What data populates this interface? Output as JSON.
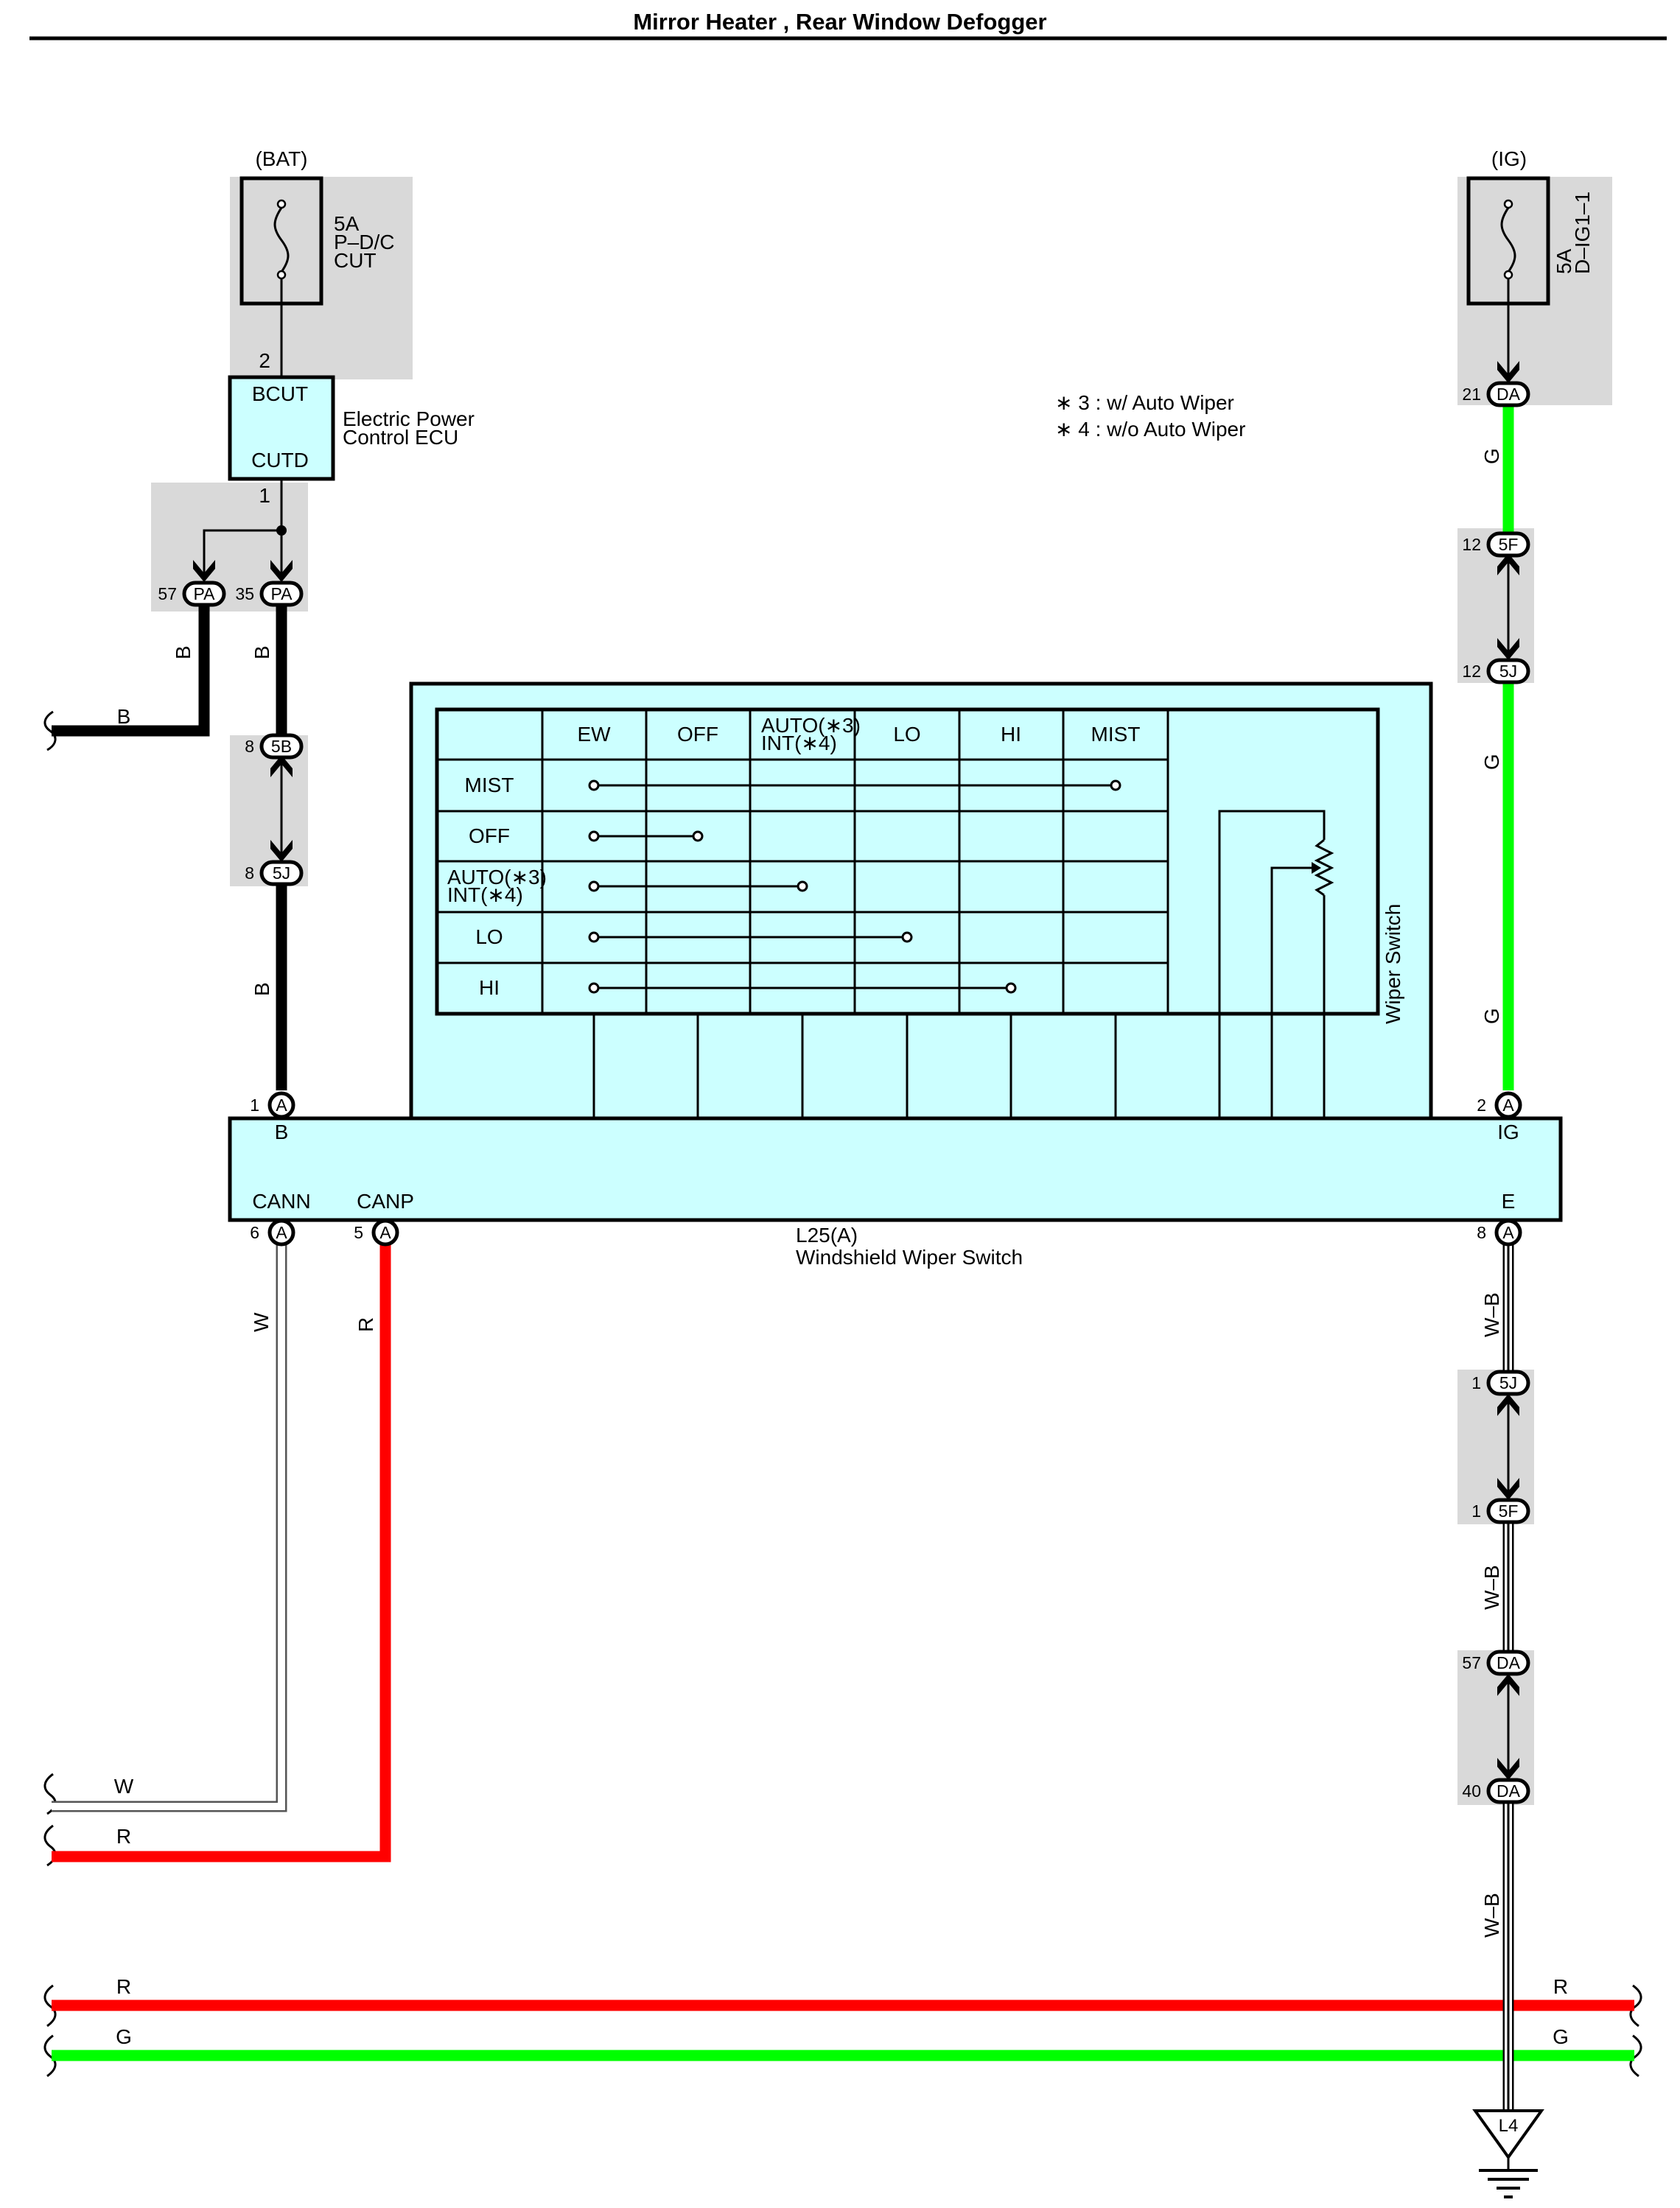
{
  "title": "Mirror Heater , Rear Window Defogger",
  "power": {
    "bat": {
      "label": "(BAT)",
      "fuse_amp": "5A",
      "fuse_name_1": "P–D/C",
      "fuse_name_2": "CUT",
      "pin": "2"
    },
    "ig": {
      "label": "(IG)",
      "fuse_amp": "5A",
      "fuse_name": "D–IG1–1"
    }
  },
  "ecu": {
    "name_1": "Electric Power",
    "name_2": "Control ECU",
    "terminal_top": "BCUT",
    "terminal_bottom": "CUTD",
    "out_pin": "1"
  },
  "notes": [
    "∗ 3 : w/ Auto Wiper",
    "∗ 4 : w/o Auto Wiper"
  ],
  "connectors": {
    "pa57": {
      "pin": "57",
      "code": "PA"
    },
    "pa35": {
      "pin": "35",
      "code": "PA"
    },
    "c5b8": {
      "pin": "8",
      "code": "5B"
    },
    "c5j8": {
      "pin": "8",
      "code": "5J"
    },
    "a1": {
      "pin": "1",
      "code": "A"
    },
    "a2": {
      "pin": "2",
      "code": "A"
    },
    "a6": {
      "pin": "6",
      "code": "A"
    },
    "a5": {
      "pin": "5",
      "code": "A"
    },
    "a8": {
      "pin": "8",
      "code": "A"
    },
    "da21": {
      "pin": "21",
      "code": "DA"
    },
    "f12": {
      "pin": "12",
      "code": "5F"
    },
    "j12": {
      "pin": "12",
      "code": "5J"
    },
    "j1": {
      "pin": "1",
      "code": "5J"
    },
    "f1": {
      "pin": "1",
      "code": "5F"
    },
    "da57": {
      "pin": "57",
      "code": "DA"
    },
    "da40": {
      "pin": "40",
      "code": "DA"
    }
  },
  "wire_colors": {
    "B": "#000000",
    "G": "#00ff00",
    "R": "#ff0000",
    "W": "#ffffff",
    "W-B": "#000000"
  },
  "wire_labels": {
    "b1": "B",
    "b2": "B",
    "b3": "B",
    "b4": "B",
    "g1": "G",
    "g2": "G",
    "g3": "G",
    "w1": "W",
    "w2": "W",
    "r1": "R",
    "r2": "R",
    "wb1": "W–B",
    "wb2": "W–B",
    "wb3": "W–B",
    "busR_left": "R",
    "busR_right": "R",
    "busG_left": "G",
    "busG_right": "G"
  },
  "switch": {
    "block_name": "Wiper Switch",
    "component_code": "L25(A)",
    "component_name": "Windshield Wiper Switch",
    "terminals": {
      "b": "B",
      "ig": "IG",
      "cann": "CANN",
      "canp": "CANP",
      "e": "E"
    },
    "columns": [
      "EW",
      "OFF",
      "AUTO(∗3)",
      "INT(∗4)",
      "LO",
      "HI",
      "MIST"
    ],
    "rows": [
      "MIST",
      "OFF",
      "AUTO(∗3)",
      "INT(∗4)",
      "LO",
      "HI"
    ]
  },
  "ground": {
    "label": "L4"
  },
  "colors": {
    "component_fill": "#ccffff",
    "shade": "#d9d9d9",
    "line": "#000000"
  }
}
